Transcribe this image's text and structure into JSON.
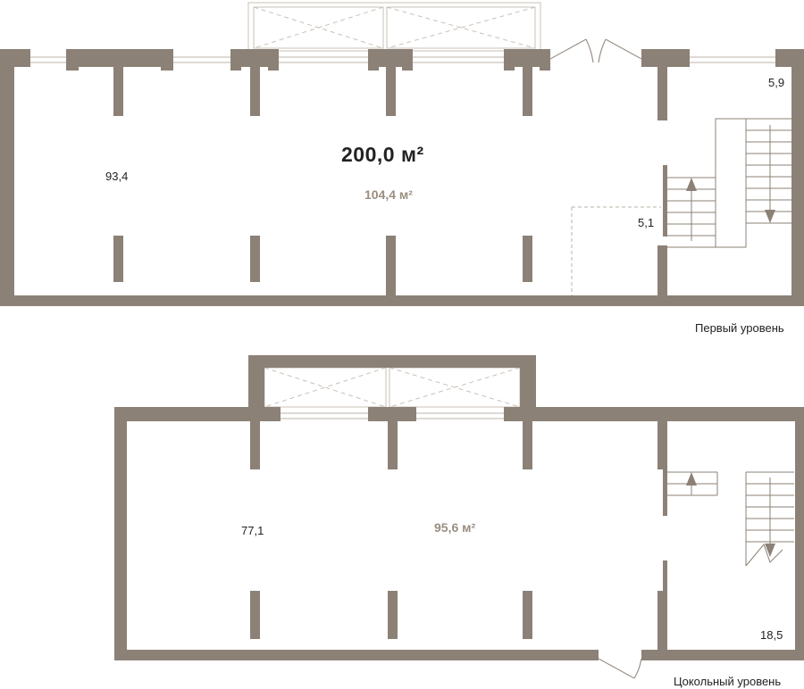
{
  "colors": {
    "wall": "#8c8176",
    "accent_text": "#9b8e81",
    "dashed": "#bdb3a9",
    "text": "#222222",
    "background": "#ffffff"
  },
  "upper_level": {
    "caption": "Первый уровень",
    "total_area": "200,0 м²",
    "level_area": "104,4 м²",
    "rooms": {
      "main_hall": "93,4",
      "corner_room": "5,9",
      "storage": "5,1"
    },
    "stair_icons": [
      "arrow-up-icon",
      "arrow-down-icon"
    ]
  },
  "lower_level": {
    "caption": "Цокольный уровень",
    "level_area": "95,6 м²",
    "rooms": {
      "main_hall": "77,1",
      "stair_hall": "18,5"
    },
    "stair_icons": [
      "arrow-up-icon",
      "arrow-down-icon"
    ]
  }
}
